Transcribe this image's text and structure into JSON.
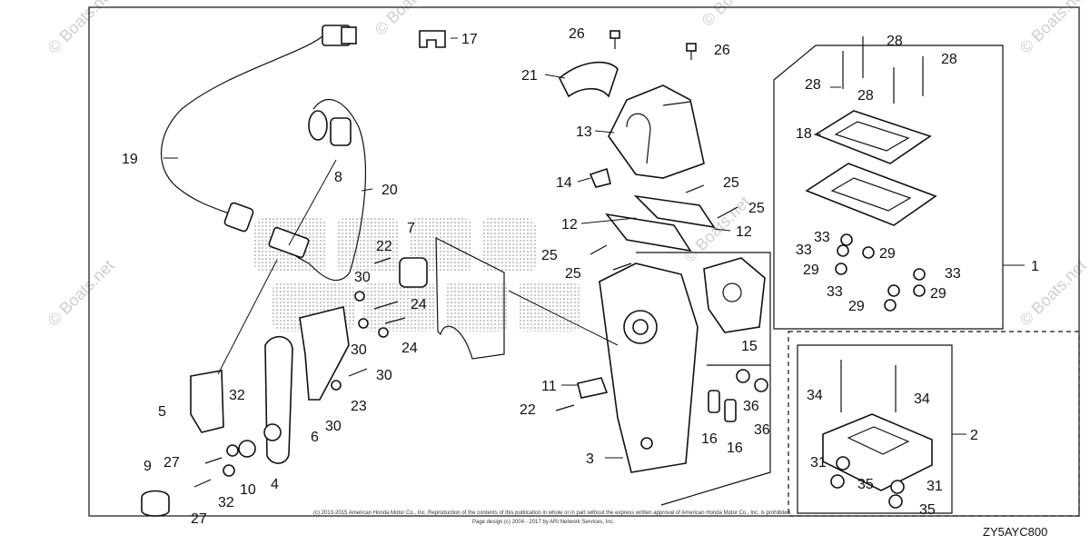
{
  "diagram": {
    "diagram_code": "ZY5AYC800",
    "copyright_line_1": "(c) 2013-2015 American Honda Motor Co., Inc. Reproduction of the contents of this publication in whole or in part without the express written approval of American Honda Motor Co., Inc. is prohibited.",
    "copyright_line_2": "Page design (c) 2004 - 2017 by ARI Network Services, Inc.",
    "watermark_text": "© Boats.net",
    "callouts": {
      "c1": "1",
      "c2": "2",
      "c3": "3",
      "c4": "4",
      "c5": "5",
      "c6": "6",
      "c7": "7",
      "c8": "8",
      "c9": "9",
      "c10": "10",
      "c11": "11",
      "c12a": "12",
      "c12b": "12",
      "c13": "13",
      "c14": "14",
      "c15": "15",
      "c16a": "16",
      "c16b": "16",
      "c17": "17",
      "c18": "18",
      "c19": "19",
      "c20": "20",
      "c21": "21",
      "c22a": "22",
      "c22b": "22",
      "c23": "23",
      "c24a": "24",
      "c24b": "24",
      "c25a": "25",
      "c25b": "25",
      "c25c": "25",
      "c25d": "25",
      "c26a": "26",
      "c26b": "26",
      "c27a": "27",
      "c27b": "27",
      "c28a": "28",
      "c28b": "28",
      "c28c": "28",
      "c28d": "28",
      "c29a": "29",
      "c29b": "29",
      "c29c": "29",
      "c29d": "29",
      "c30a": "30",
      "c30b": "30",
      "c30c": "30",
      "c30d": "30",
      "c31a": "31",
      "c31b": "31",
      "c32a": "32",
      "c32b": "32",
      "c33a": "33",
      "c33b": "33",
      "c33c": "33",
      "c33d": "33",
      "c34a": "34",
      "c34b": "34",
      "c35a": "35",
      "c35b": "35",
      "c36a": "36",
      "c36b": "36"
    }
  }
}
